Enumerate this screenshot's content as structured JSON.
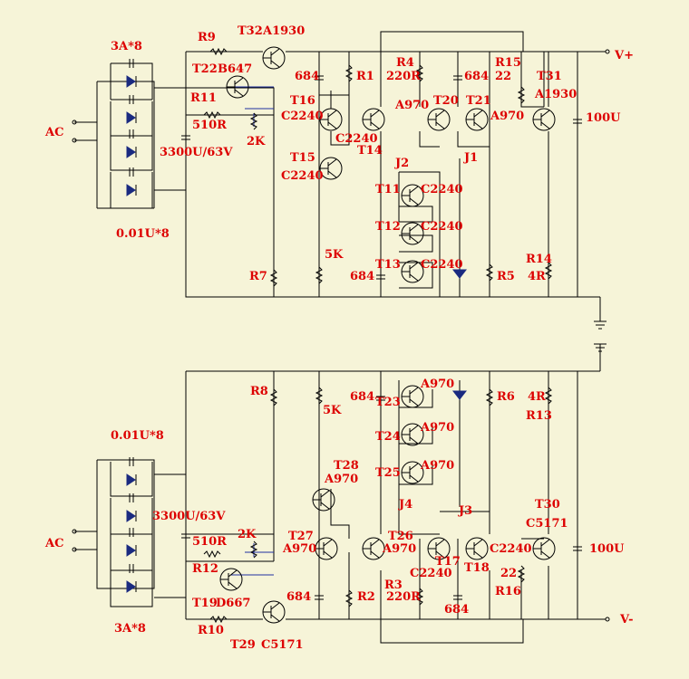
{
  "labels": {
    "ac_top": "AC",
    "ac_bot": "AC",
    "fuse_top": "3A*8",
    "fuse_bot": "3A*8",
    "cap_small_top": "0.01U*8",
    "cap_small_bot": "0.01U*8",
    "cap_filter_top": "3300U/63V",
    "cap_filter_bot": "3300U/63V",
    "r9": "R9",
    "r10": "R10",
    "r11": "R11",
    "r12": "R12",
    "r510_top": "510R",
    "r510_bot": "510R",
    "pot2k_top": "2K",
    "pot2k_bot": "2K",
    "t32": "T32",
    "a1930_t32": "A1930",
    "t22": "T22",
    "b647": "B647",
    "t29": "T29",
    "c5171_t29": "C5171",
    "t19": "T19",
    "d667": "D667",
    "r1": "R1",
    "r2": "R2",
    "r3": "R3",
    "r4": "R4",
    "r220_top": "220R",
    "r220_bot": "220R",
    "r5": "R5",
    "r6": "R6",
    "r7": "R7",
    "r8": "R8",
    "r13": "R13",
    "r14": "R14",
    "r15": "R15",
    "r16": "R16",
    "r4r_top": "4R",
    "r4r_bot": "4R",
    "r22_top": "22",
    "r22_bot": "22",
    "c684_a": "684",
    "c684_b": "684",
    "c684_c": "684",
    "c684_d": "684",
    "c684_e": "684",
    "c684_f": "684",
    "pot5k_top": "5K",
    "pot5k_bot": "5K",
    "t16": "T16",
    "c2240_t16": "C2240",
    "t15": "T15",
    "c2240_t15": "C2240",
    "t14": "T14",
    "c2240_t14": "C2240",
    "t20": "T20",
    "a970_t20": "A970",
    "t21": "T21",
    "a970_t21": "A970",
    "t31": "T31",
    "a1930_t31": "A1930",
    "t11": "T11",
    "c2240_t11": "C2240",
    "t12": "T12",
    "c2240_t12": "C2240",
    "t13": "T13",
    "c2240_t13": "C2240",
    "j1": "J1",
    "j2": "J2",
    "j3": "J3",
    "j4": "J4",
    "c100u_top": "100U",
    "c100u_bot": "100U",
    "vplus": "V+",
    "vminus": "V-",
    "t23": "T23",
    "a970_t23": "A970",
    "t24": "T24",
    "a970_t24": "A970",
    "t25": "T25",
    "a970_t25": "A970",
    "t28": "T28",
    "a970_t28": "A970",
    "t27": "T27",
    "a970_t27": "A970",
    "t26": "T26",
    "a970_t26": "A970",
    "t17": "T17",
    "c2240_t17": "C2240",
    "t18": "T18",
    "c2240_t18": "C2240",
    "t30": "T30",
    "c5171_t30": "C5171"
  },
  "colors": {
    "background": "#f6f4d8",
    "label": "#dd0000",
    "wire": "#000000",
    "accent_wire": "#2030a0"
  }
}
